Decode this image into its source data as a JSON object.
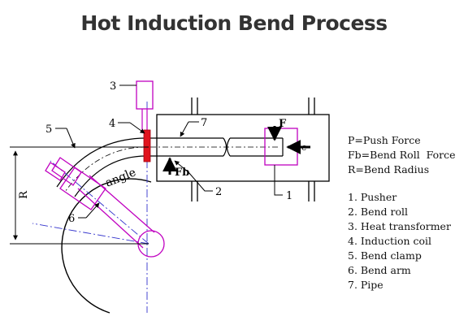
{
  "title": "Hot Induction Bend Process",
  "labels": {
    "force_f": "F",
    "force_fb": "Fb",
    "angle": "angle",
    "radius": "R",
    "callouts": [
      "1",
      "2",
      "3",
      "4",
      "5",
      "6",
      "7"
    ]
  },
  "legend_forces": [
    "P=Push Force",
    "Fb=Bend Roll  Force",
    "R=Bend Radius"
  ],
  "legend_parts": [
    "1. Pusher",
    "2. Bend roll",
    "3. Heat transformer",
    "4. Induction coil",
    "5. Bend clamp",
    "6. Bend arm",
    "7. Pipe"
  ],
  "colors": {
    "line": "#000000",
    "magenta": "#c000c0",
    "coil": "#e0141e",
    "centerline": "#3333cc",
    "title": "#333333"
  }
}
